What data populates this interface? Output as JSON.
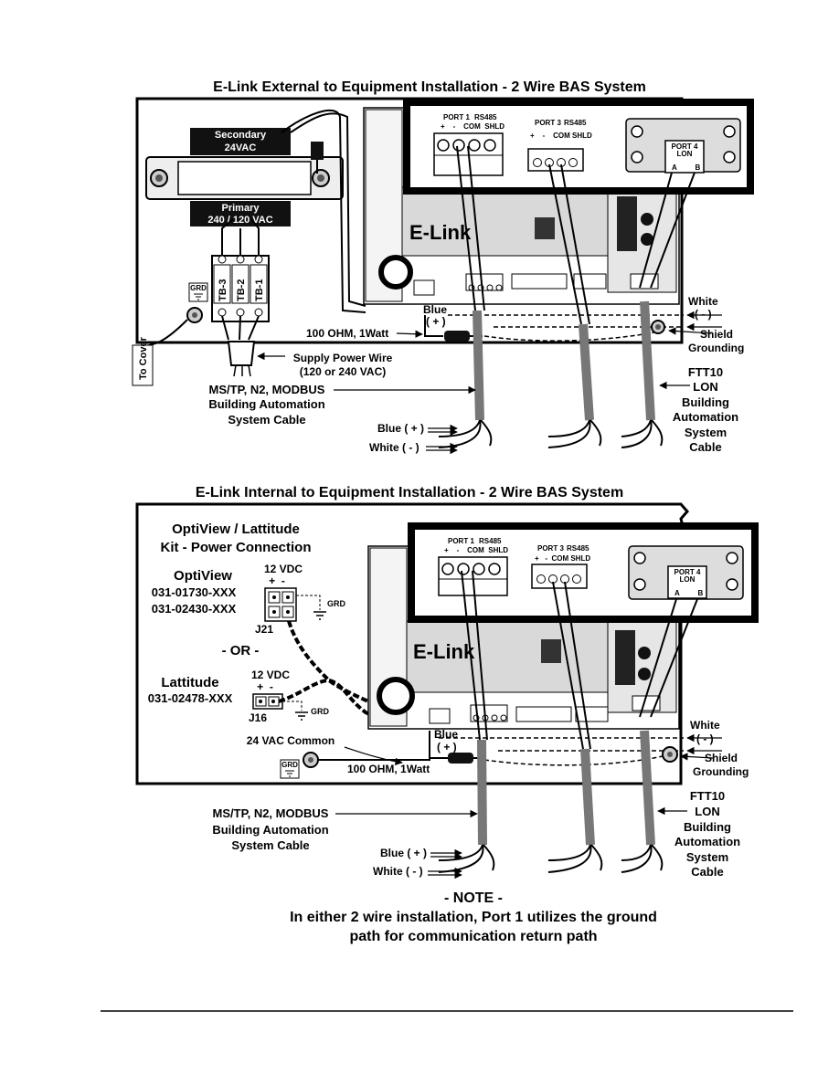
{
  "top": {
    "title": "E-Link External to Equipment Installation - 2 Wire BAS System",
    "transformer": {
      "secondary": "Secondary",
      "secondary_v": "24VAC",
      "primary": "Primary",
      "primary_v": "240 / 120 VAC"
    },
    "terminals": [
      "TB-3",
      "TB-2",
      "TB-1"
    ],
    "grd": "GRD",
    "to_cover": "To Cover",
    "supply_wire_1": "Supply Power Wire",
    "supply_wire_2": "(120 or 240 VAC)",
    "port1": "PORT 1",
    "port1_rs": "RS485",
    "port1_pins": "+    -    COM  SHLD",
    "port3": "PORT 3",
    "port3_rs": "RS485",
    "port3_pins": "+    -    COM SHLD",
    "port4": "PORT 4",
    "port4_lon": "LON",
    "port4_pins": "A         B",
    "elink": "E-Link",
    "blue_label": "Blue",
    "blue_plus": "( + )",
    "resistor": "100 OHM, 1Watt",
    "white": "White",
    "white_minus": "( - )",
    "shield": "Shield",
    "grounding": "Grounding",
    "bas_1": "MS/TP, N2, MODBUS",
    "bas_2": "Building Automation",
    "bas_3": "System Cable",
    "lon_1": "FTT10",
    "lon_2": "LON",
    "lon_3": "Building",
    "lon_4": "Automation",
    "lon_5": "System",
    "lon_6": "Cable",
    "blue_plus_full": "Blue ( + )",
    "white_minus_full": "White ( - )"
  },
  "bottom": {
    "title": "E-Link Internal to Equipment Installation - 2 Wire BAS System",
    "kit_1": "OptiView / Lattitude",
    "kit_2": "Kit - Power Connection",
    "optiview": "OptiView",
    "optiview_pn1": "031-01730-XXX",
    "optiview_pn2": "031-02430-XXX",
    "vdc": "12 VDC",
    "plusminus": "+  -",
    "j21": "J21",
    "or": "- OR -",
    "lattitude": "Lattitude",
    "lattitude_pn": "031-02478-XXX",
    "j16": "J16",
    "grd": "GRD",
    "common": "24 VAC Common",
    "port1": "PORT 1",
    "port1_rs": "RS485",
    "port1_pins": "+    -    COM  SHLD",
    "port3": "PORT 3",
    "port3_rs": "RS485",
    "port3_pins": "+   -  COM SHLD",
    "port4": "PORT 4",
    "port4_lon": "LON",
    "port4_pins": "A         B",
    "elink": "E-Link",
    "blue_label": "Blue",
    "blue_plus": "( + )",
    "resistor": "100 OHM, 1Watt",
    "white": "White",
    "white_minus": "( - )",
    "shield": "Shield",
    "grounding": "Grounding",
    "bas_1": "MS/TP, N2, MODBUS",
    "bas_2": "Building Automation",
    "bas_3": "System Cable",
    "lon_1": "FTT10",
    "lon_2": "LON",
    "lon_3": "Building",
    "lon_4": "Automation",
    "lon_5": "System",
    "lon_6": "Cable",
    "blue_plus_full": "Blue ( + )",
    "white_minus_full": "White ( - )"
  },
  "note": {
    "heading": "- NOTE -",
    "line1": "In either 2 wire installation, Port 1 utilizes the ground",
    "line2": "path for communication return path"
  }
}
